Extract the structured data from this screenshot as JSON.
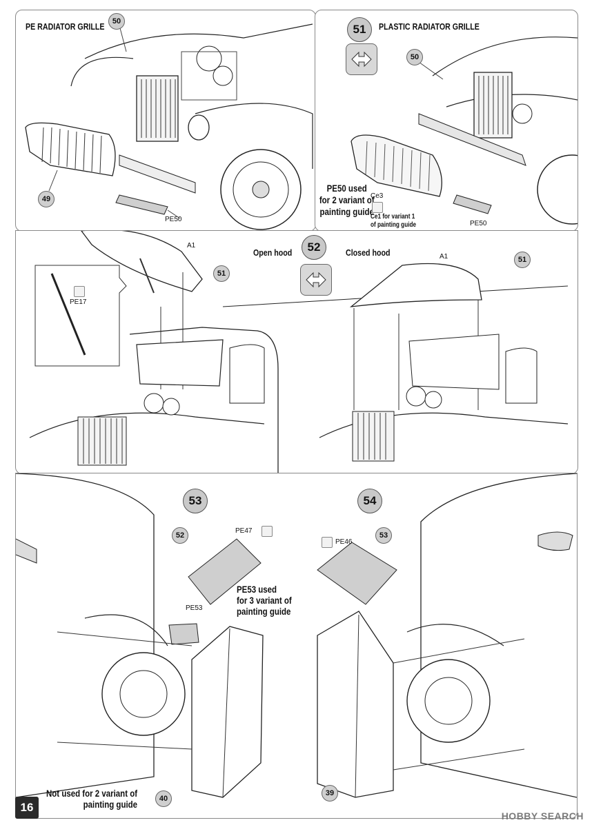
{
  "page": {
    "number": "16"
  },
  "top_left": {
    "title": "PE RADIATOR GRILLE",
    "parts": {
      "p50": "50",
      "p49": "49",
      "pe50": "PE50"
    }
  },
  "top_right": {
    "step": "51",
    "title": "PLASTIC RADIATOR GRILLE",
    "note": [
      "PE50 used",
      "for 2 variant of",
      "painting guide"
    ],
    "parts": {
      "p50": "50",
      "ce3": "Ce3",
      "pe50": "PE50"
    },
    "ce1_note": [
      "Ce1 for variant 1",
      "of painting guide"
    ]
  },
  "middle": {
    "step": "52",
    "open_label": "Open hood",
    "closed_label": "Closed hood",
    "parts": {
      "a1_left": "A1",
      "p51_left": "51",
      "pe17": "PE17",
      "a1_right": "A1",
      "p51_right": "51"
    }
  },
  "bottom_left": {
    "step": "53",
    "parts": {
      "p52": "52",
      "pe47": "PE47",
      "pe53": "PE53",
      "p40": "40"
    },
    "note": [
      "PE53 used",
      "for 3 variant of",
      "painting guide"
    ],
    "footnote": [
      "Not used for 2 variant of",
      "painting guide"
    ]
  },
  "bottom_right": {
    "step": "54",
    "parts": {
      "p53": "53",
      "pe46": "PE46",
      "p39": "39"
    }
  },
  "watermark": {
    "brand": "HOBBY SEARCH"
  }
}
